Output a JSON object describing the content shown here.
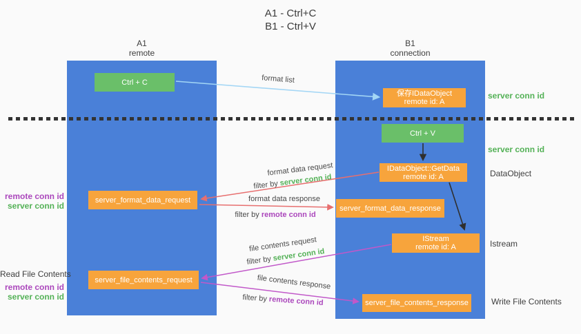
{
  "title": {
    "line1": "A1 - Ctrl+C",
    "line2": "B1 - Ctrl+V"
  },
  "lanes": {
    "left": {
      "name": "A1",
      "role": "remote"
    },
    "right": {
      "name": "B1",
      "role": "connection"
    }
  },
  "nodes": {
    "ctrl_c": {
      "label": "Ctrl + C"
    },
    "save_idataobject": {
      "title": "保存IDataObject",
      "subtitle": "remote id: A"
    },
    "ctrl_v": {
      "label": "Ctrl + V"
    },
    "getdata": {
      "title": "IDataObject::GetData",
      "subtitle": "remote id: A"
    },
    "format_request": {
      "label": "server_format_data_request"
    },
    "format_response": {
      "label": "server_format_data_response"
    },
    "istream": {
      "title": "IStream",
      "subtitle": "remote id: A"
    },
    "file_request": {
      "label": "server_file_contents_request"
    },
    "file_response": {
      "label": "server_file_contents_response"
    }
  },
  "arrows": {
    "format_list": "format list",
    "format_data_request": "format data request",
    "format_data_response": "format data response",
    "file_contents_request": "file contents request",
    "file_contents_response": "file contents response",
    "filter_by": "filter by ",
    "server_conn_id": "server conn id",
    "remote_conn_id": "remote conn id"
  },
  "annotations": {
    "server_conn_id_top": "server conn id",
    "server_conn_id_mid": "server conn id",
    "dataobject": "DataObject",
    "istream": "Istream",
    "write_file_contents": "Write File Contents",
    "read_file_contents": "Read File Contents",
    "remote_conn_id": "remote conn id",
    "server_conn_id": "server conn id"
  },
  "colors": {
    "lane": "#4a80d8",
    "green_node": "#6abf69",
    "orange_node": "#f7a43c",
    "green_text": "#53b156",
    "purple_text": "#ab47bc",
    "red_arrow": "#e76f6f",
    "purple_arrow": "#c158c9",
    "blue_arrow": "#a3d6f5",
    "black_arrow": "#2f2f2f",
    "background": "#fafafa"
  }
}
